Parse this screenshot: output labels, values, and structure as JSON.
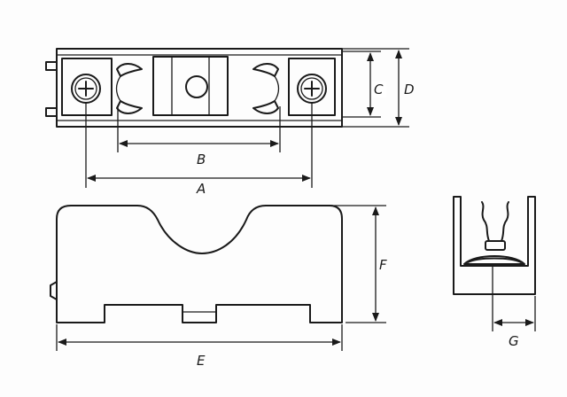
{
  "labels": {
    "a": "A",
    "b": "B",
    "c": "C",
    "d": "D",
    "e": "E",
    "f": "F",
    "g": "G"
  },
  "colors": {
    "line": "#1a1a1a",
    "background": "#fdfdfd"
  }
}
